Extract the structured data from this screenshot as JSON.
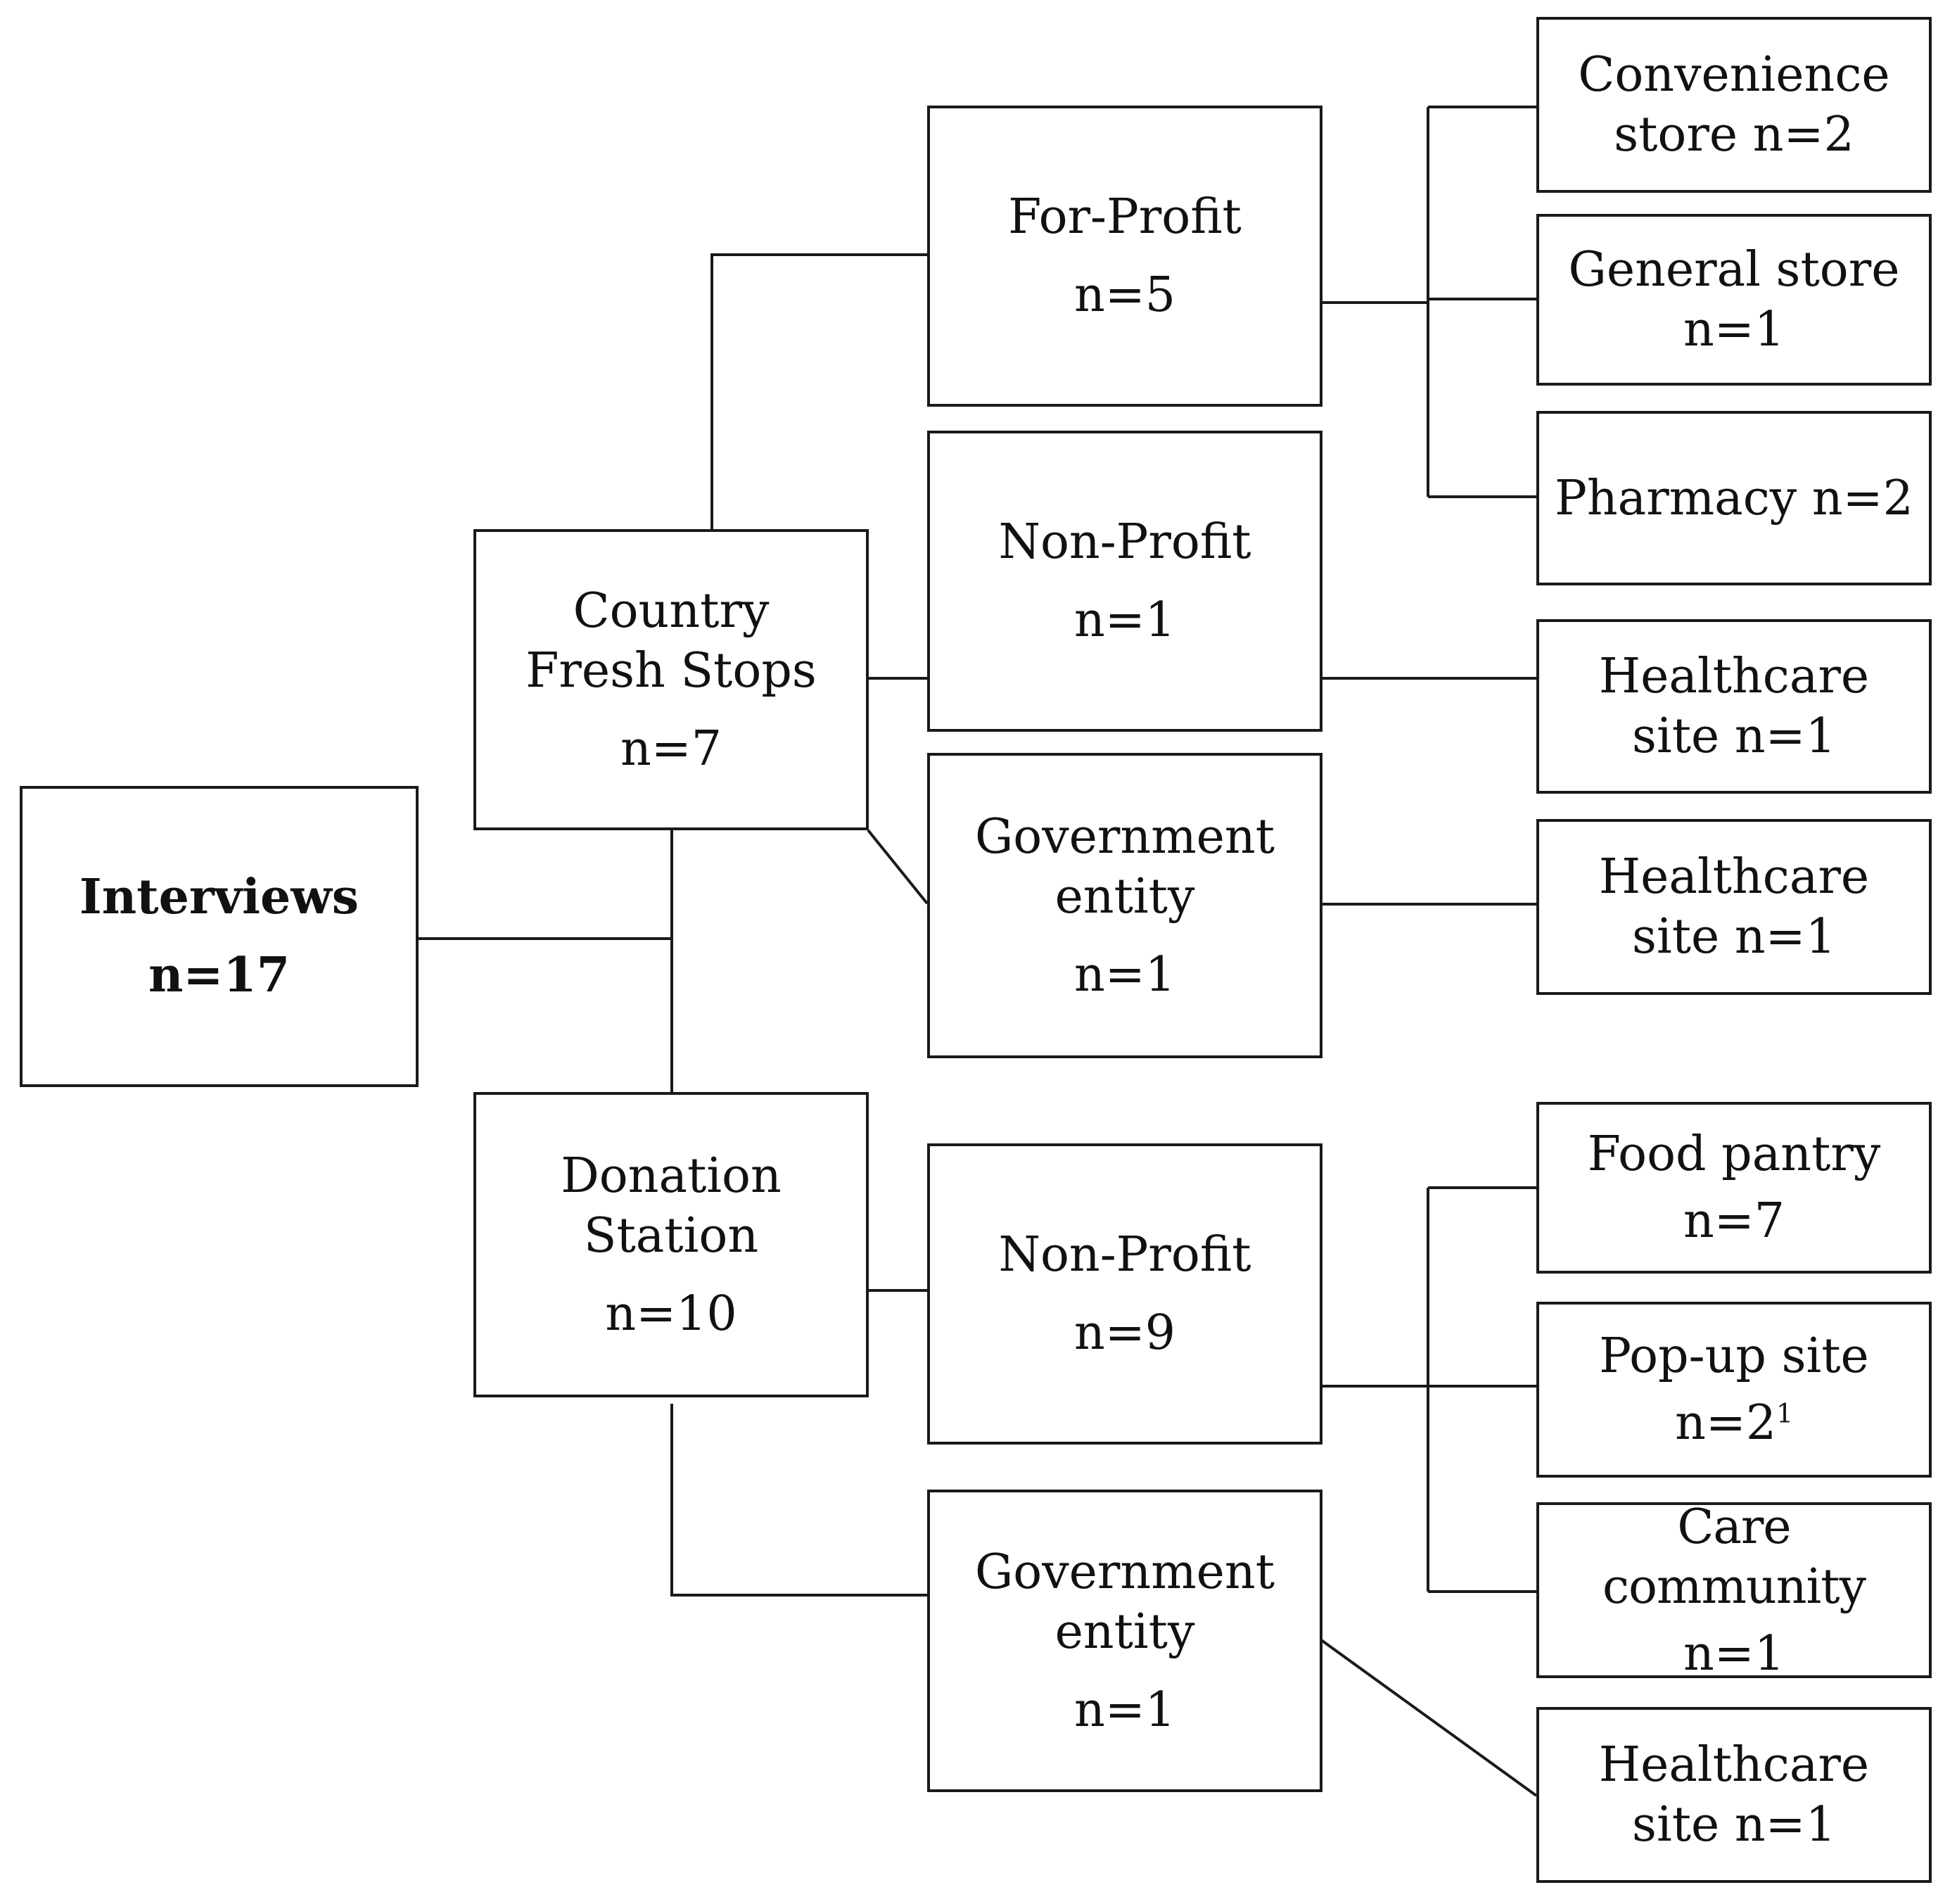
{
  "root": {
    "label": "Interviews",
    "count": "n=17"
  },
  "programs": {
    "country_fresh_stops": {
      "label": "Country\nFresh Stops",
      "count": "n=7"
    },
    "donation_station": {
      "label": "Donation\nStation",
      "count": "n=10"
    }
  },
  "sectors": {
    "cfs_for_profit": {
      "label": "For-Profit",
      "count": "n=5"
    },
    "cfs_non_profit": {
      "label": "Non-Profit",
      "count": "n=1"
    },
    "cfs_government": {
      "label": "Government\nentity",
      "count": "n=1"
    },
    "ds_non_profit": {
      "label": "Non-Profit",
      "count": "n=9"
    },
    "ds_government": {
      "label": "Government\nentity",
      "count": "n=1"
    }
  },
  "sites": {
    "convenience_store": {
      "label": "Convenience\nstore n=2",
      "count": ""
    },
    "general_store": {
      "label": "General store",
      "count": "n=1"
    },
    "pharmacy": {
      "label": "Pharmacy n=2",
      "count": ""
    },
    "cfs_np_healthcare": {
      "label": "Healthcare\nsite n=1",
      "count": ""
    },
    "cfs_gov_healthcare": {
      "label": "Healthcare\nsite n=1",
      "count": ""
    },
    "food_pantry": {
      "label": "Food pantry",
      "count": "n=7"
    },
    "popup_site": {
      "label": "Pop-up site",
      "count": "n=2",
      "footnote": "1"
    },
    "care_community": {
      "label": "Care community",
      "count": "n=1"
    },
    "ds_gov_healthcare": {
      "label": "Healthcare\nsite n=1",
      "count": ""
    }
  }
}
